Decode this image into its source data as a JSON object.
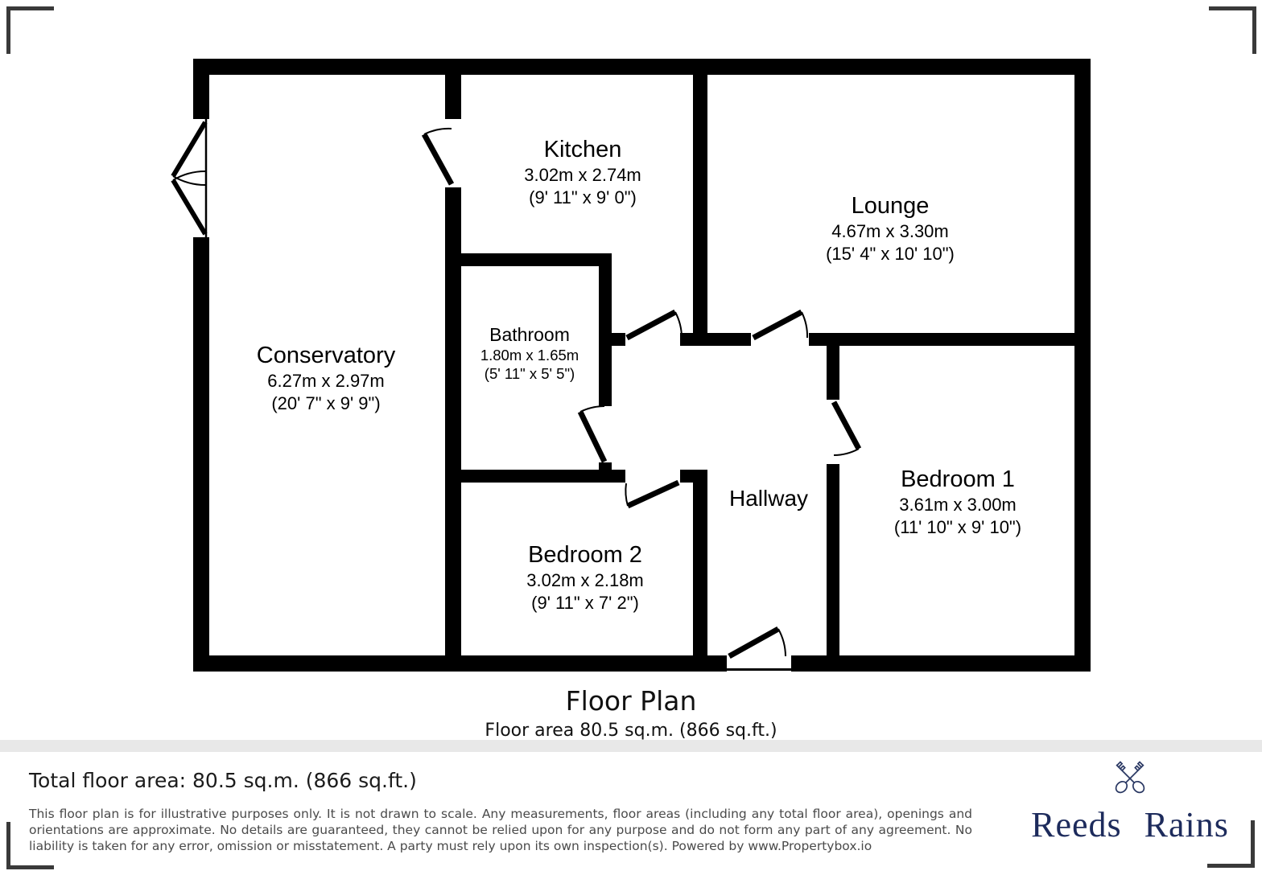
{
  "plan": {
    "rooms": [
      {
        "name": "Kitchen",
        "dims_m": "3.02m x 2.74m",
        "dims_ft": "(9' 11\" x 9' 0\")"
      },
      {
        "name": "Lounge",
        "dims_m": "4.67m x 3.30m",
        "dims_ft": "(15' 4\" x 10' 10\")"
      },
      {
        "name": "Conservatory",
        "dims_m": "6.27m x 2.97m",
        "dims_ft": "(20' 7\" x 9' 9\")"
      },
      {
        "name": "Bathroom",
        "dims_m": "1.80m x 1.65m",
        "dims_ft": "(5' 11\" x 5' 5\")"
      },
      {
        "name": "Bedroom 1",
        "dims_m": "3.61m x 3.00m",
        "dims_ft": "(11' 10\" x 9' 10\")"
      },
      {
        "name": "Bedroom 2",
        "dims_m": "3.02m x 2.18m",
        "dims_ft": "(9' 11\" x 7' 2\")"
      },
      {
        "name": "Hallway",
        "dims_m": "",
        "dims_ft": ""
      }
    ],
    "title": "Floor Plan",
    "subtitle": "Floor area 80.5 sq.m. (866 sq.ft.)"
  },
  "footer": {
    "total_area": "Total floor area: 80.5 sq.m. (866 sq.ft.)",
    "disclaimer": "This floor plan is for illustrative purposes only. It is not drawn to scale. Any measurements, floor areas (including any total floor area), openings and orientations are approximate. No details are guaranteed, they cannot be relied upon for any purpose and do not form any part of any agreement. No liability is taken for any error, omission or misstatement. A party must rely upon its own inspection(s). Powered by www.Propertybox.io"
  },
  "brand": {
    "name": "Reeds Rains",
    "color": "#1d2b5c",
    "icon": "crossed-keys-icon"
  },
  "colors": {
    "wall": "#000000",
    "separator_band": "#e8e8e8",
    "corner_mark": "#3a3a3a",
    "disclaimer_text": "#4a4a4a"
  }
}
